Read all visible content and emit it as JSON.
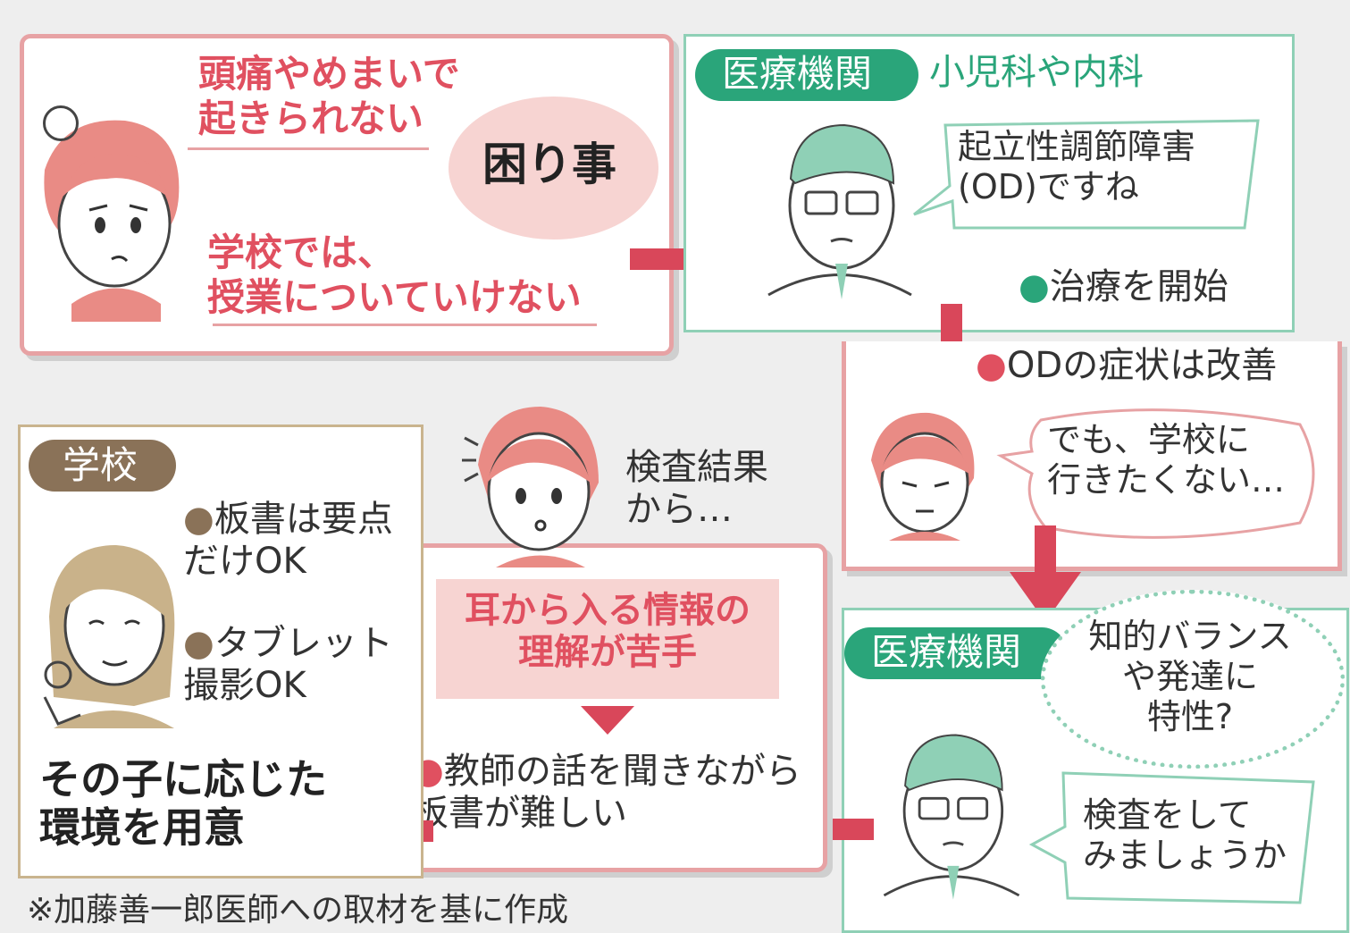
{
  "problem": {
    "complaint1": "頭痛やめまいで\n起きられない",
    "bubble": "困り事",
    "complaint2": "学校では、\n授業についていけない"
  },
  "clinic1": {
    "tag": "医療機関",
    "dept": "小児科や内科",
    "speech": "起立性調節障害\n(OD)ですね",
    "action": "治療を開始"
  },
  "followup": {
    "result": "ODの症状は改善",
    "speech": "でも、学校に\n行きたくない…"
  },
  "clinic2": {
    "tag": "医療機関",
    "thought": "知的バランス\nや発達に\n特性?",
    "speech": "検査をして\nみましょうか"
  },
  "test": {
    "caption": "検査結果\nから…",
    "finding": "耳から入る情報の\n理解が苦手",
    "issue": "教師の話を聞きながら\n板書が難しい"
  },
  "school": {
    "tag": "学校",
    "item1": "板書は要点\nだけOK",
    "item2": "タブレット\n撮影OK",
    "conclusion": "その子に応じた\n環境を用意"
  },
  "footnote": "※加藤善一郎医師への取材を基に作成",
  "colors": {
    "red": "#e05060",
    "green": "#2aa57a",
    "brown": "#8a7258",
    "pink_box": "#f7d4d2"
  }
}
